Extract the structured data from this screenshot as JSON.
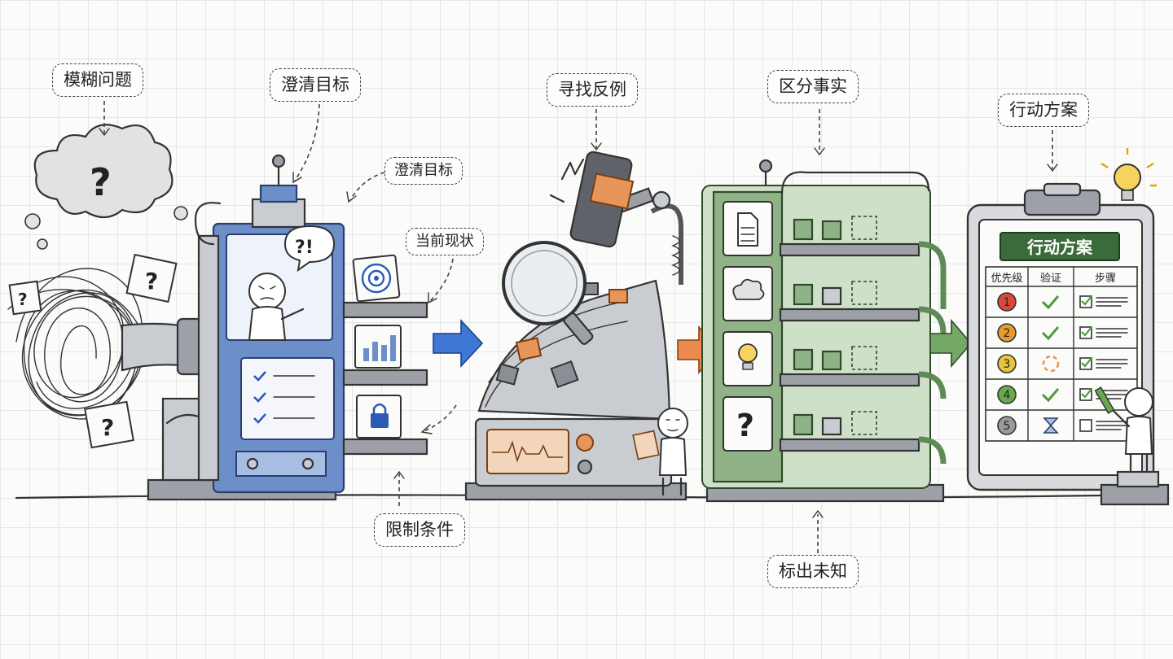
{
  "labels": {
    "vague_problem": "模糊问题",
    "clarify_goal_top": "澄清目标",
    "clarify_goal_side": "澄清目标",
    "current_state": "当前现状",
    "constraints": "限制条件",
    "find_counterexample": "寻找反例",
    "distinguish_facts": "区分事实",
    "mark_unknowns": "标出未知",
    "action_plan": "行动方案"
  },
  "board": {
    "title": "行动方案",
    "headers": [
      "优先级",
      "验证",
      "步骤"
    ],
    "rows": [
      {
        "priority": "1",
        "priority_color": "#d9483b",
        "verify": "check"
      },
      {
        "priority": "2",
        "priority_color": "#e89a2e",
        "verify": "check"
      },
      {
        "priority": "3",
        "priority_color": "#e8c53a",
        "verify": "in-progress"
      },
      {
        "priority": "4",
        "priority_color": "#6aa84f",
        "verify": "check"
      },
      {
        "priority": "5",
        "priority_color": "#9a9a9a",
        "verify": "hourglass"
      }
    ]
  },
  "glyphs": {
    "question": "?",
    "exclaim": "?!"
  },
  "colors": {
    "machine1": "#6d8fc9",
    "machine2": "#c9ccd0",
    "machine3": "#8fb386",
    "arrow_blue": "#3f77d6",
    "arrow_orange": "#ea8a4f",
    "arrow_green": "#73a866",
    "accent_orange": "#e8955a"
  },
  "icons": [
    "document-icon",
    "cloud-icon",
    "lightbulb-icon",
    "question-icon",
    "target-icon",
    "chart-icon",
    "lock-icon",
    "checklist-icon",
    "magnifier-icon",
    "hammer-icon",
    "puzzle-icon"
  ]
}
